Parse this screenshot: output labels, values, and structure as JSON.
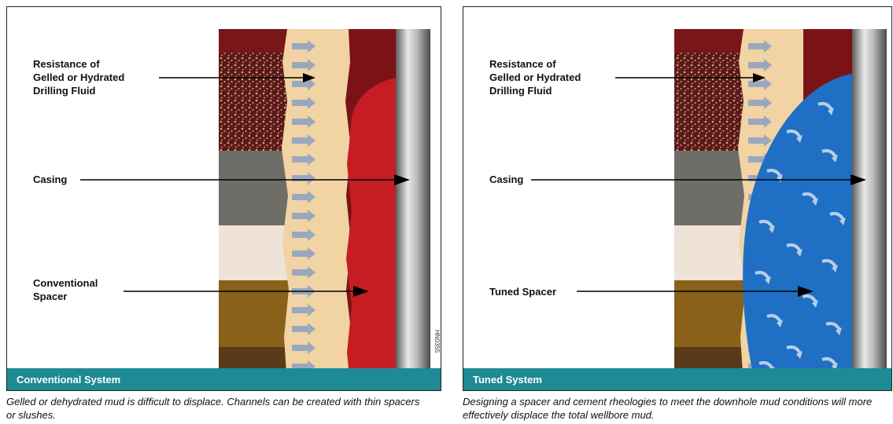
{
  "left": {
    "label_resistance": "Resistance of\nGelled or Hydrated\nDrilling Fluid",
    "label_casing": "Casing",
    "label_spacer": "Conventional\nSpacer",
    "band_title": "Conventional System",
    "caption": "Gelled or dehydrated mud is difficult to displace. Channels can be created with thin spacers or slushes."
  },
  "right": {
    "label_resistance": "Resistance of\nGelled or Hydrated\nDrilling Fluid",
    "label_casing": "Casing",
    "label_spacer": "Tuned Spacer",
    "band_title": "Tuned System",
    "caption": "Designing a spacer and cement rheologies to meet the downhole mud conditions will more effectively displace the total wellbore mud."
  },
  "figure_code": "HN0355",
  "colors": {
    "teal_band": "#1e8a93",
    "mud_tan": "#f1d3a4",
    "spacer_red": "#c41e24",
    "tuned_blue": "#1f6fc4",
    "casing_grey": "#9a9a9a"
  }
}
